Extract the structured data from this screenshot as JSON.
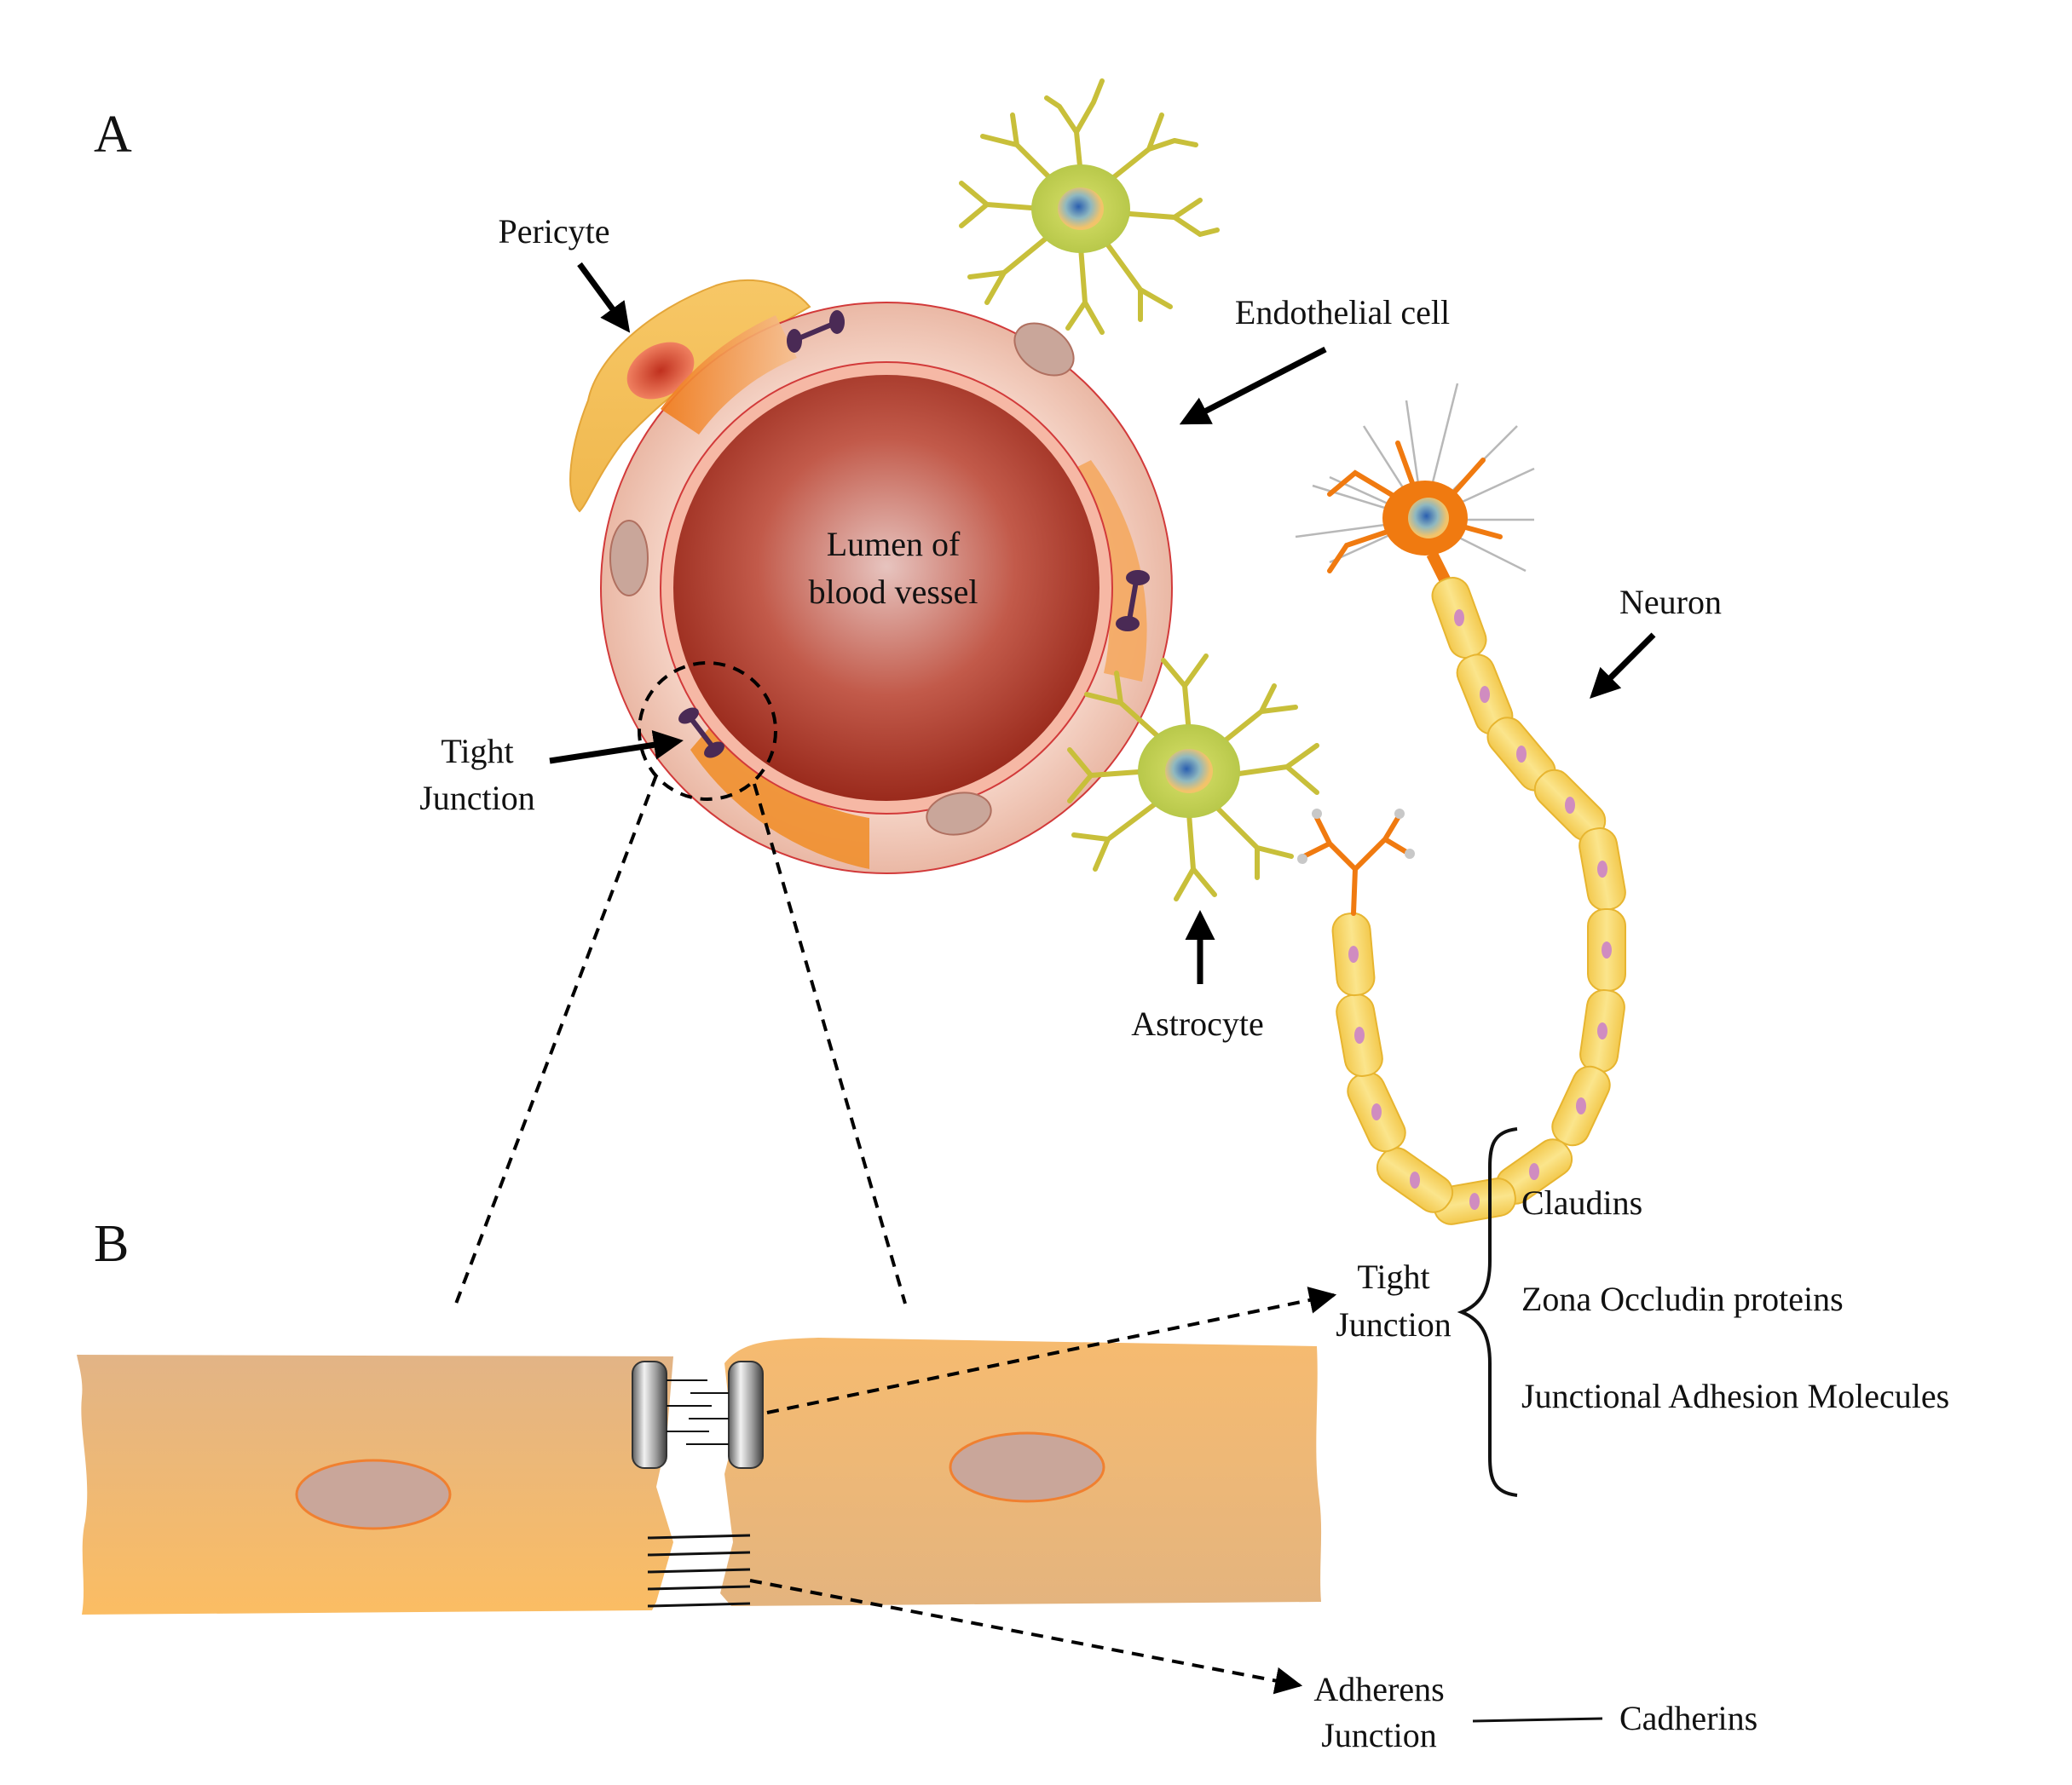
{
  "panels": {
    "a": "A",
    "b": "B"
  },
  "labels": {
    "pericyte": "Pericyte",
    "endothelial": "Endothelial cell",
    "lumen_line1": "Lumen of",
    "lumen_line2": "blood vessel",
    "neuron": "Neuron",
    "tight_a_line1": "Tight",
    "tight_a_line2": "Junction",
    "astrocyte": "Astrocyte",
    "tight_b_line1": "Tight",
    "tight_b_line2": "Junction",
    "adherens_line1": "Adherens",
    "adherens_line2": "Junction"
  },
  "tight_junction_proteins": [
    "Claudins",
    "Zona Occludin proteins",
    "Junctional Adhesion Molecules"
  ],
  "adherens_protein": "Cadherins",
  "colors": {
    "lumen": "#a8392a",
    "endothelium": "#f0c7b8",
    "basement": "#f08f2e",
    "astrocyte_cell": "#c5d34a",
    "neuron_cell": "#f07a10",
    "myelin": "#f5d86b",
    "cell_body": "#f3b870",
    "nucleus": "#c9a69a",
    "junction_knob": "#4a2a55"
  }
}
